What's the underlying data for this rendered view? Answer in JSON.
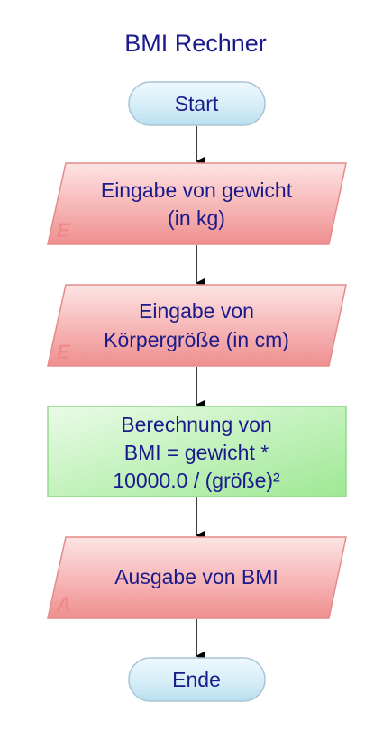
{
  "title": "BMI Rechner",
  "nodes": {
    "start": {
      "label": "Start"
    },
    "input_weight": {
      "line1": "Eingabe von gewicht",
      "line2": "(in kg)",
      "marker": "E"
    },
    "input_height": {
      "line1": "Eingabe von",
      "line2": "Körpergröße (in cm)",
      "marker": "E"
    },
    "compute": {
      "line1": "Berechnung von",
      "line2": "BMI = gewicht *",
      "line3": "10000.0 / (größe)²"
    },
    "output": {
      "line1": "Ausgabe von BMI",
      "marker": "A"
    },
    "end": {
      "label": "Ende"
    }
  },
  "colors": {
    "text": "#1a1a8c",
    "terminal_fill": "#d4eef8",
    "terminal_border": "#a8c4d4",
    "io_fill": "#f3a6a6",
    "io_border": "#e58a8a",
    "process_fill": "#b9f0b0",
    "process_border": "#92d88b",
    "arrow": "#000000"
  }
}
